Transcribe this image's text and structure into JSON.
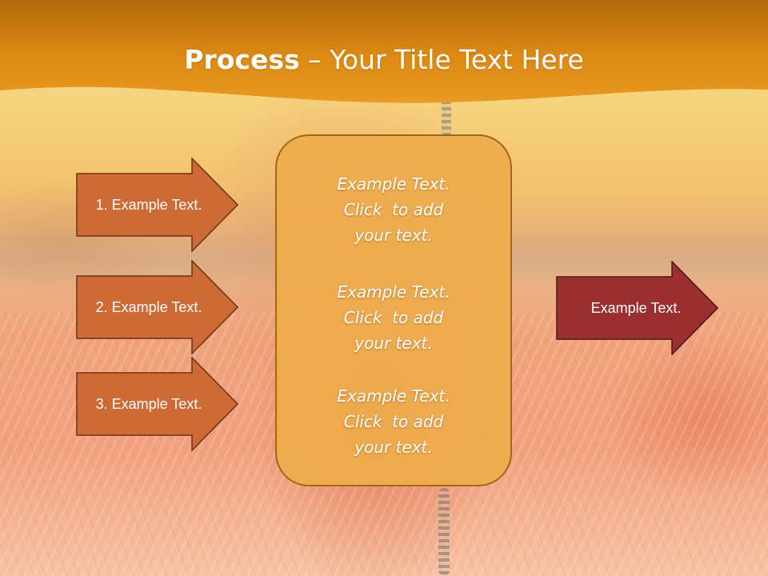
{
  "slide": {
    "title_bold": "Process",
    "title_rest": " – Your Title Text Here"
  },
  "left_arrows": [
    {
      "label": "1. Example Text."
    },
    {
      "label": "2. Example Text."
    },
    {
      "label": "3. Example Text."
    }
  ],
  "right_arrow": {
    "label": "Example Text."
  },
  "center_panel": {
    "blocks": [
      {
        "lines": [
          "Example Text.",
          "Click  to add",
          "your text."
        ]
      },
      {
        "lines": [
          "Example Text.",
          "Click  to add",
          "your text."
        ]
      },
      {
        "lines": [
          "Example Text.",
          "Click  to add",
          "your text."
        ]
      }
    ]
  },
  "colors": {
    "header_orange": "#e08a12",
    "left_arrow_fill": "#cd6a35",
    "right_arrow_fill": "#9a3032",
    "panel_fill": "#eeac4b"
  }
}
